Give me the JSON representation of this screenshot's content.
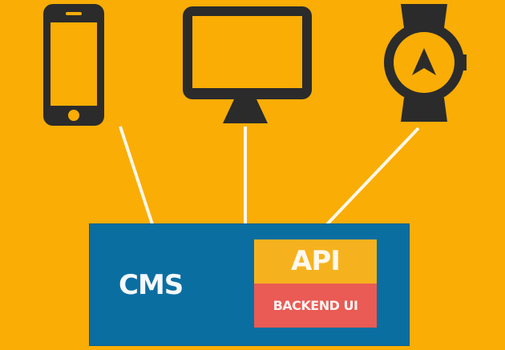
{
  "diagram": {
    "devices": [
      {
        "name": "smartphone",
        "icon": "smartphone-icon"
      },
      {
        "name": "desktop-monitor",
        "icon": "monitor-icon"
      },
      {
        "name": "smartwatch",
        "icon": "smartwatch-icon"
      }
    ],
    "cms_label": "CMS",
    "api_label": "API",
    "backend_label": "BACKEND UI",
    "colors": {
      "background": "#F9AD05",
      "cms": "#0B6EA1",
      "api": "#F6B21E",
      "backend": "#E95B54",
      "icons": "#2B2B2B",
      "connectors": "#FFFFFF"
    }
  }
}
